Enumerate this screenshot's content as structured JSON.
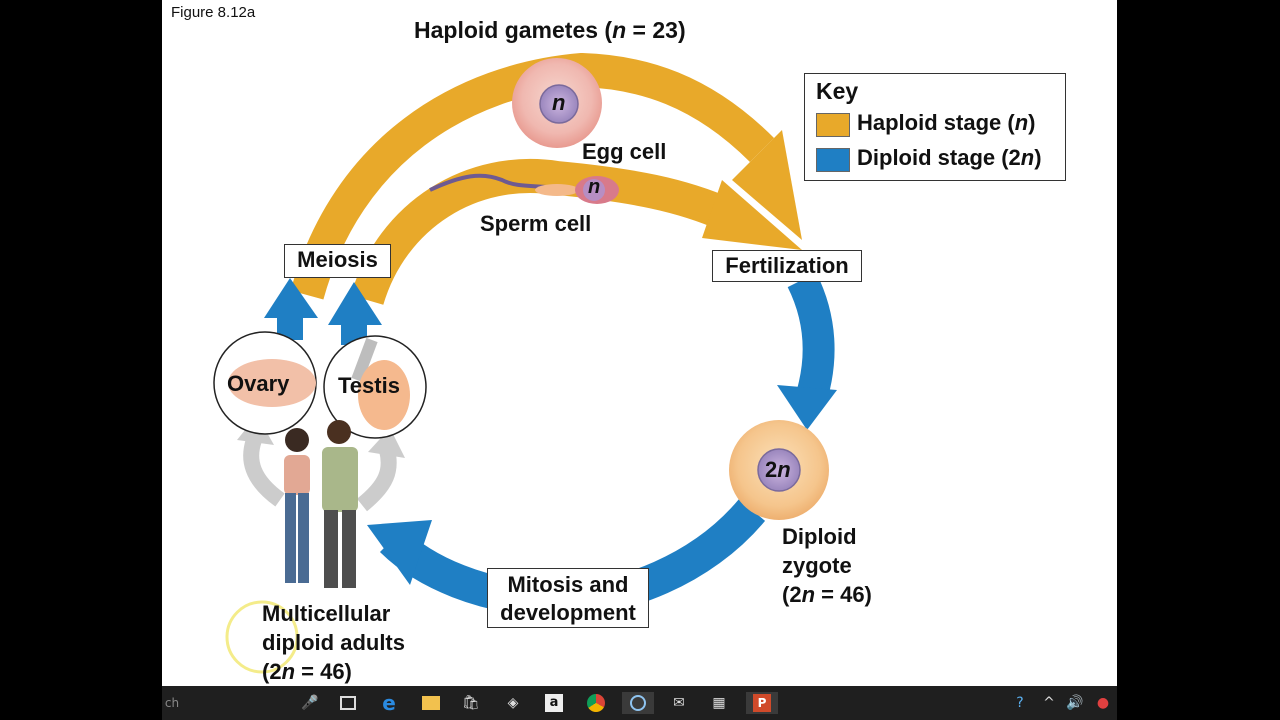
{
  "figure_label": "Figure 8.12a",
  "title": {
    "prefix": "Haploid gametes (",
    "n": "n",
    "suffix": " = 23)"
  },
  "key": {
    "heading": "Key",
    "haploid": {
      "prefix": "Haploid stage (",
      "n": "n",
      "suffix": ")",
      "color": "#e8a92a"
    },
    "diploid": {
      "prefix": "Diploid stage (2",
      "n": "n",
      "suffix": ")",
      "color": "#1f7fc4"
    }
  },
  "egg": {
    "nucleus": "n",
    "label": "Egg cell"
  },
  "sperm": {
    "nucleus": "n",
    "label": "Sperm cell"
  },
  "zygote": {
    "nucleus_prefix": "2",
    "nucleus_n": "n",
    "line1": "Diploid",
    "line2": "zygote",
    "line3_prefix": "(2",
    "line3_n": "n",
    "line3_suffix": " = 46)"
  },
  "stages": {
    "meiosis": "Meiosis",
    "fertilization": "Fertilization",
    "mitosis_line1": "Mitosis and",
    "mitosis_line2": "development"
  },
  "organs": {
    "ovary": "Ovary",
    "testis": "Testis"
  },
  "adults": {
    "line1": "Multicellular",
    "line2": "diploid adults",
    "line3_prefix": "(2",
    "line3_n": "n",
    "line3_suffix": " = 46)"
  },
  "taskbar": {
    "search_fragment": "ch",
    "icons": [
      "mic-icon",
      "task-view-icon",
      "edge-icon",
      "file-explorer-icon",
      "store-icon",
      "dropbox-icon",
      "amazon-icon",
      "chrome-icon",
      "cortana-icon",
      "mail-icon",
      "calculator-icon",
      "powerpoint-icon"
    ]
  }
}
